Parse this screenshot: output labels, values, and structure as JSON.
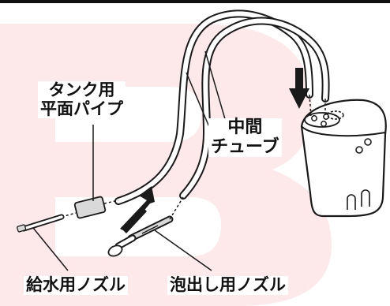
{
  "labels": {
    "tank_pipe": [
      "タンク用",
      "平面パイプ"
    ],
    "middle_tube": [
      "中間",
      "チューブ"
    ],
    "supply_nozzle": "給水用ノズル",
    "foam_nozzle": "泡出し用ノズル"
  },
  "colors": {
    "watermark": "#fde8ea",
    "line": "#1a1a1a",
    "pipe_fill": "#d9d9d9"
  },
  "icons": [
    "down-arrow-icon",
    "diagonal-arrow-icon"
  ]
}
